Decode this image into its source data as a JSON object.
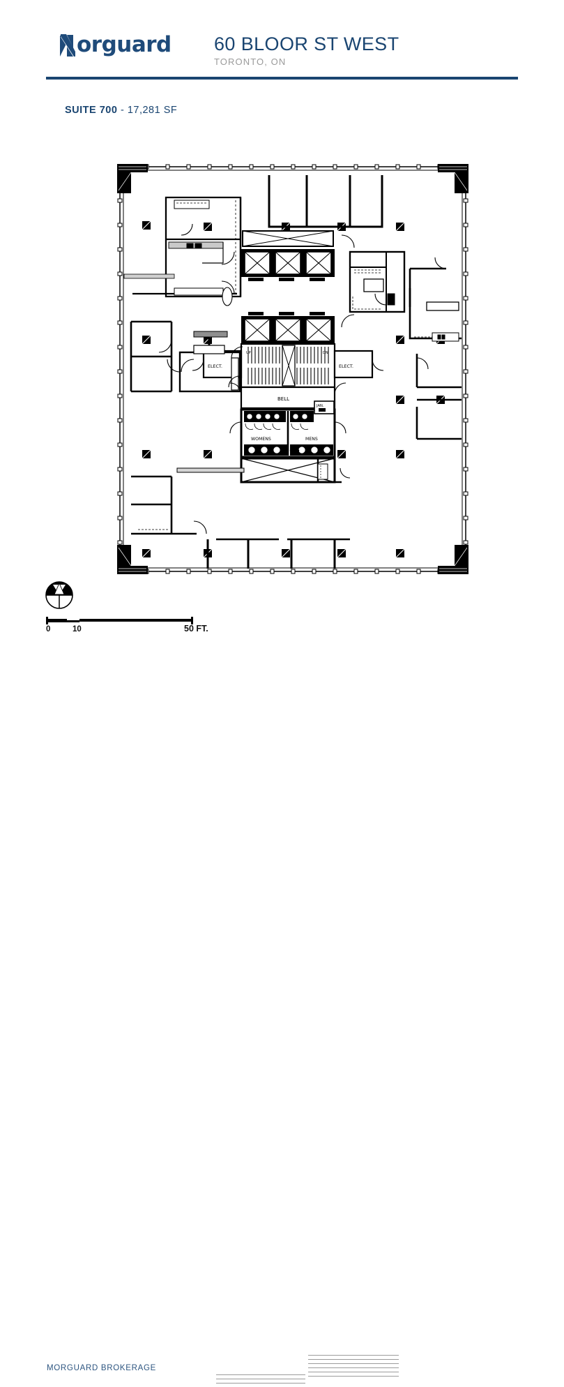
{
  "header": {
    "logo_text": "orguard",
    "logo_icon": "morguard-m-logo",
    "title": "60 BLOOR ST WEST",
    "subtitle": "TORONTO, ON",
    "rule_color": "#1a4571"
  },
  "suite": {
    "label": "SUITE 700",
    "separator": " - ",
    "area": "17,281 SF",
    "full": "SUITE 700 - 17,281 SF"
  },
  "plan": {
    "name": "floor-plan-suite-700",
    "north_arrow_icon": "north-arrow-compass",
    "labels": {
      "elect_left": "ELECT.",
      "elect_right": "ELECT.",
      "up": "UP",
      "dn": "DN",
      "bell": "BELL",
      "jan": "JAN.",
      "womens": "WOMENS",
      "mens": "MENS"
    }
  },
  "scale": {
    "start": "0",
    "mid": "10",
    "end": "50 FT."
  },
  "footer": {
    "brand": "MORGUARD BROKERAGE"
  },
  "colors": {
    "navy": "#1a4571",
    "logo_navy": "#1f4b7a",
    "subtitle_gray": "#9a9a9a",
    "line_gray": "#9b9b9b",
    "ink": "#000000"
  }
}
